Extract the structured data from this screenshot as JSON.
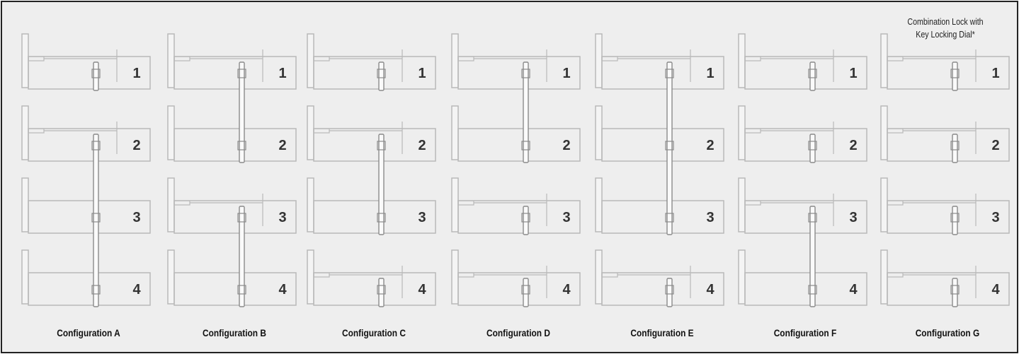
{
  "configurations": [
    {
      "label": "Configuration A",
      "rod_spans": [
        [
          1,
          1
        ],
        [
          2,
          4
        ]
      ]
    },
    {
      "label": "Configuration B",
      "rod_spans": [
        [
          1,
          2
        ],
        [
          3,
          4
        ]
      ]
    },
    {
      "label": "Configuration C",
      "rod_spans": [
        [
          1,
          1
        ],
        [
          2,
          3
        ],
        [
          4,
          4
        ]
      ]
    },
    {
      "label": "Configuration D",
      "rod_spans": [
        [
          1,
          2
        ],
        [
          3,
          3
        ],
        [
          4,
          4
        ]
      ]
    },
    {
      "label": "Configuration E",
      "rod_spans": [
        [
          1,
          3
        ],
        [
          4,
          4
        ]
      ]
    },
    {
      "label": "Configuration F",
      "rod_spans": [
        [
          1,
          1
        ],
        [
          2,
          2
        ],
        [
          3,
          4
        ]
      ]
    },
    {
      "label": "Configuration G",
      "rod_spans": [
        [
          1,
          1
        ],
        [
          2,
          2
        ],
        [
          3,
          3
        ],
        [
          4,
          4
        ]
      ]
    }
  ],
  "drawer_numbers": [
    "1",
    "2",
    "3",
    "4"
  ],
  "note": {
    "line1": "Combination Lock with",
    "line2": "Key Locking Dial*"
  },
  "colors": {
    "background": "#eeeeee",
    "drawing": "#b9b9b9",
    "rod": "#8a8a8a",
    "number": "#333333",
    "border": "#222222"
  }
}
